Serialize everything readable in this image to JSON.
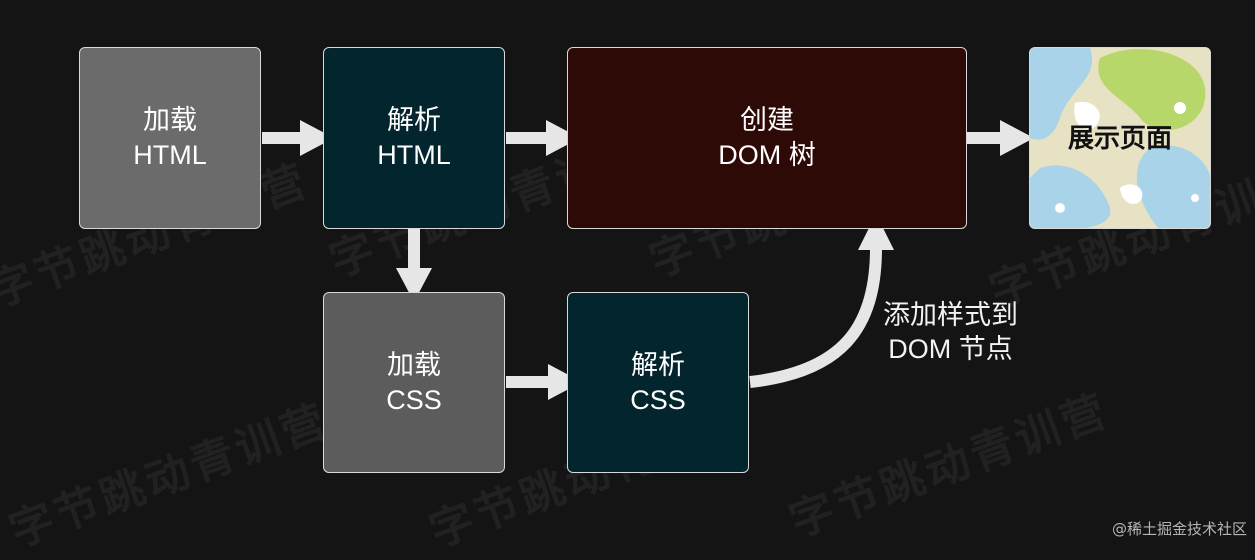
{
  "nodes": {
    "load_html": {
      "line1": "加载",
      "line2": "HTML"
    },
    "parse_html": {
      "line1": "解析",
      "line2": "HTML"
    },
    "build_dom": {
      "line1": "创建",
      "line2": "DOM 树"
    },
    "show_page": {
      "label": "展示页面"
    },
    "load_css": {
      "line1": "加载",
      "line2": "CSS"
    },
    "parse_css": {
      "line1": "解析",
      "line2": "CSS"
    }
  },
  "edge_label": {
    "line1": "添加样式到",
    "line2": "DOM 节点"
  },
  "watermark": "字节跳动青训营",
  "credit": "@稀土掘金技术社区",
  "colors": {
    "background": "#141414",
    "gray_box": "#6a6b6a",
    "teal_box": "#03252d",
    "red_box": "#2e0a07",
    "arrow": "#e6e6e6"
  }
}
